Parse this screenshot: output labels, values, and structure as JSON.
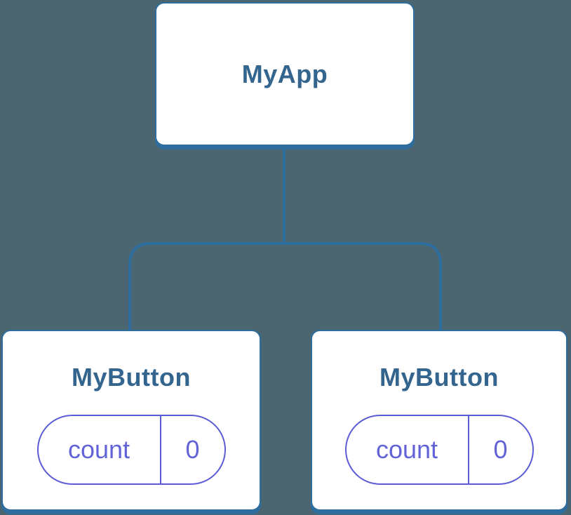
{
  "diagram": {
    "root": {
      "label": "MyApp"
    },
    "children": [
      {
        "label": "MyButton",
        "state": {
          "key": "count",
          "value": "0"
        }
      },
      {
        "label": "MyButton",
        "state": {
          "key": "count",
          "value": "0"
        }
      }
    ],
    "colors": {
      "background": "#4B6671",
      "node_fill": "#FFFFFF",
      "node_border": "#2E6E9E",
      "node_title": "#33658E",
      "connector": "#2E6E9E",
      "state_border": "#5B5BD6",
      "state_text": "#6363D8"
    }
  }
}
